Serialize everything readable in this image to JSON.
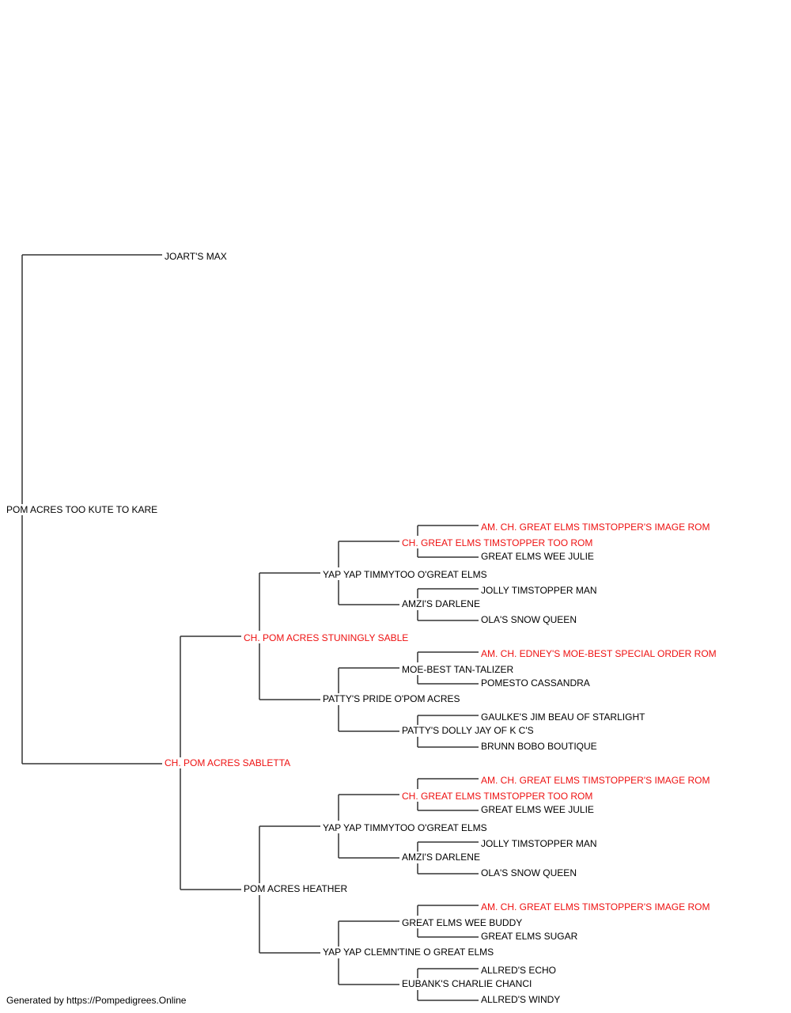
{
  "colors": {
    "champion": "#ee1111",
    "normal": "#000000",
    "line": "#333333"
  },
  "subject": {
    "name": "POM ACRES TOO KUTE TO KARE",
    "champion": false
  },
  "sire": {
    "name": "JOART'S MAX",
    "champion": false
  },
  "dam": {
    "name": "CH. POM ACRES SABLETTA",
    "champion": true,
    "sire": {
      "name": "CH. POM ACRES STUNINGLY SABLE",
      "champion": true,
      "sire": {
        "name": "YAP YAP TIMMYTOO O'GREAT ELMS",
        "champion": false,
        "sire": {
          "name": "CH. GREAT ELMS TIMSTOPPER TOO ROM",
          "champion": true,
          "sire": {
            "name": "AM. CH. GREAT ELMS TIMSTOPPER'S IMAGE ROM",
            "champion": true
          },
          "dam": {
            "name": "GREAT ELMS WEE JULIE",
            "champion": false
          }
        },
        "dam": {
          "name": "AMZI'S DARLENE",
          "champion": false,
          "sire": {
            "name": "JOLLY TIMSTOPPER MAN",
            "champion": false
          },
          "dam": {
            "name": "OLA'S SNOW QUEEN",
            "champion": false
          }
        }
      },
      "dam": {
        "name": "PATTY'S PRIDE O'POM ACRES",
        "champion": false,
        "sire": {
          "name": "MOE-BEST TAN-TALIZER",
          "champion": false,
          "sire": {
            "name": "AM. CH. EDNEY'S MOE-BEST SPECIAL ORDER ROM",
            "champion": true
          },
          "dam": {
            "name": "POMESTO CASSANDRA",
            "champion": false
          }
        },
        "dam": {
          "name": "PATTY'S DOLLY JAY OF K C'S",
          "champion": false,
          "sire": {
            "name": "GAULKE'S JIM BEAU OF STARLIGHT",
            "champion": false
          },
          "dam": {
            "name": "BRUNN BOBO BOUTIQUE",
            "champion": false
          }
        }
      }
    },
    "dam": {
      "name": "POM ACRES HEATHER",
      "champion": false,
      "sire": {
        "name": "YAP YAP TIMMYTOO O'GREAT ELMS",
        "champion": false,
        "sire": {
          "name": "CH. GREAT ELMS TIMSTOPPER TOO ROM",
          "champion": true,
          "sire": {
            "name": "AM. CH. GREAT ELMS TIMSTOPPER'S IMAGE ROM",
            "champion": true
          },
          "dam": {
            "name": "GREAT ELMS WEE JULIE",
            "champion": false
          }
        },
        "dam": {
          "name": "AMZI'S DARLENE",
          "champion": false,
          "sire": {
            "name": "JOLLY TIMSTOPPER MAN",
            "champion": false
          },
          "dam": {
            "name": "OLA'S SNOW QUEEN",
            "champion": false
          }
        }
      },
      "dam": {
        "name": "YAP YAP CLEMN'TINE O GREAT ELMS",
        "champion": false,
        "sire": {
          "name": "GREAT ELMS WEE BUDDY",
          "champion": false,
          "sire": {
            "name": "AM. CH. GREAT ELMS TIMSTOPPER'S IMAGE ROM",
            "champion": true
          },
          "dam": {
            "name": "GREAT ELMS SUGAR",
            "champion": false
          }
        },
        "dam": {
          "name": "EUBANK'S CHARLIE CHANCI",
          "champion": false,
          "sire": {
            "name": "ALLRED'S ECHO",
            "champion": false
          },
          "dam": {
            "name": "ALLRED'S WINDY",
            "champion": false
          }
        }
      }
    }
  },
  "footer": "Generated by https://Pompedigrees.Online"
}
